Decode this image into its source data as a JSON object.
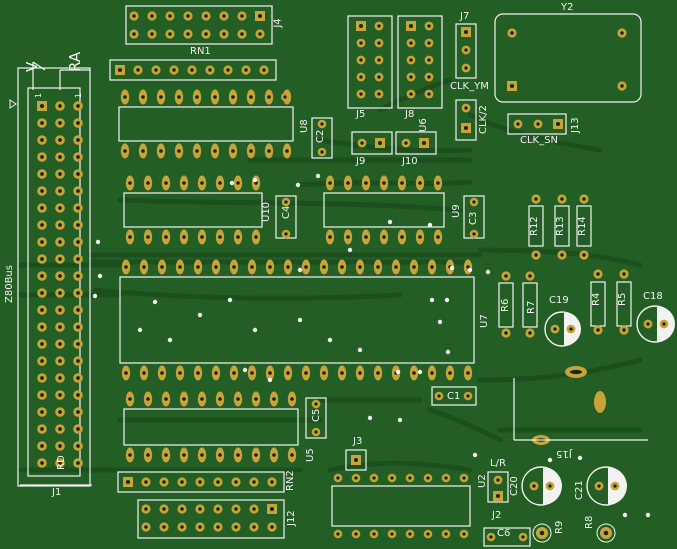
{
  "colors": {
    "board": "#235f24",
    "copper": "#1c4f1e",
    "pad": "#c9a23a",
    "silkscreen": "#f2f2f2",
    "hole": "#0e2a10"
  },
  "labels": {
    "j4": "J4",
    "rn1": "RN1",
    "j5": "J5",
    "j8": "J8",
    "j7": "J7",
    "y2": "Y2",
    "clk_ym": "CLK_YM",
    "clk_2": "CLK/2",
    "j13": "J13",
    "clk_sn": "CLK_SN",
    "u6": "U6",
    "u8": "U8",
    "c2": "C2",
    "j9": "J9",
    "j10": "J10",
    "u10": "U10",
    "c4": "C4",
    "u9": "U9",
    "c3": "C3",
    "r12": "R12",
    "r13": "R13",
    "r14": "R14",
    "r6": "R6",
    "r7": "R7",
    "c19": "C19",
    "r4": "R4",
    "r5": "R5",
    "c18": "C18",
    "u7": "U7",
    "c1": "C1",
    "c5": "C5",
    "j15": "J15",
    "j3": "J3",
    "u5": "U5",
    "rn2": "RN2",
    "u2": "U2",
    "lr": "L/R",
    "c20": "C20",
    "c21": "C21",
    "j2": "J2",
    "r9": "R9",
    "r8": "R8",
    "c6": "C6",
    "j12": "J12",
    "j1": "J1",
    "z80bus": "Z80Bus",
    "v": "V",
    "ra": "RA",
    "rd": "RD",
    "one": "1"
  }
}
